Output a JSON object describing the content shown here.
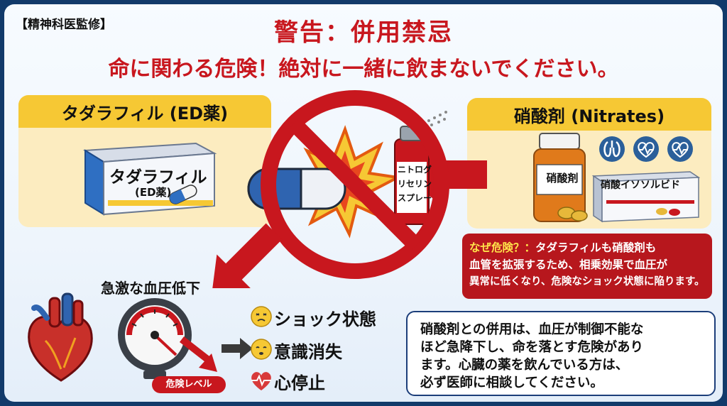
{
  "header": {
    "tag": "【精神科医監修】",
    "title": "警告：併用禁忌",
    "subtitle": "命に関わる危険！絶対に一緒に飲まないでください。"
  },
  "left_panel": {
    "heading": "タダラフィル (ED薬)",
    "box_name": "タダラフィル",
    "box_sub": "(ED薬)"
  },
  "right_panel": {
    "heading": "硝酸剤 (Nitrates)",
    "bottle_label": "硝酸剤",
    "box_label": "硝酸イソソルビド",
    "icons": [
      "lungs-icon",
      "heart-pulse-icon",
      "heart-pulse-icon"
    ]
  },
  "spray": {
    "line1": "ニトログ",
    "line2": "リセリン",
    "line3": "スプレー"
  },
  "why_box": {
    "lead": "なぜ危険？：",
    "line1_rest": "タダラフィルも硝酸剤も",
    "line2": "血管を拡張するため、相乗効果で血圧が",
    "line3": "異常に低くなり、危険なショック状態に陥ります。"
  },
  "effects": {
    "drop_label": "急激な血圧低下",
    "gauge_badge": "危険レベル",
    "symptoms": [
      "ショック状態",
      "意識消失",
      "心停止"
    ]
  },
  "warning_box": {
    "lines": [
      "硝酸剤との併用は、血圧が制御不能な",
      "ほど急降下し、命を落とす危険があり",
      "ます。心臓の薬を飲んでいる方は、",
      "必ず医師に相談してください。"
    ]
  },
  "colors": {
    "danger_red": "#c8171e",
    "panel_yellow": "#f6c834",
    "panel_bg": "#fcecc0",
    "navy": "#1c3e7a"
  }
}
